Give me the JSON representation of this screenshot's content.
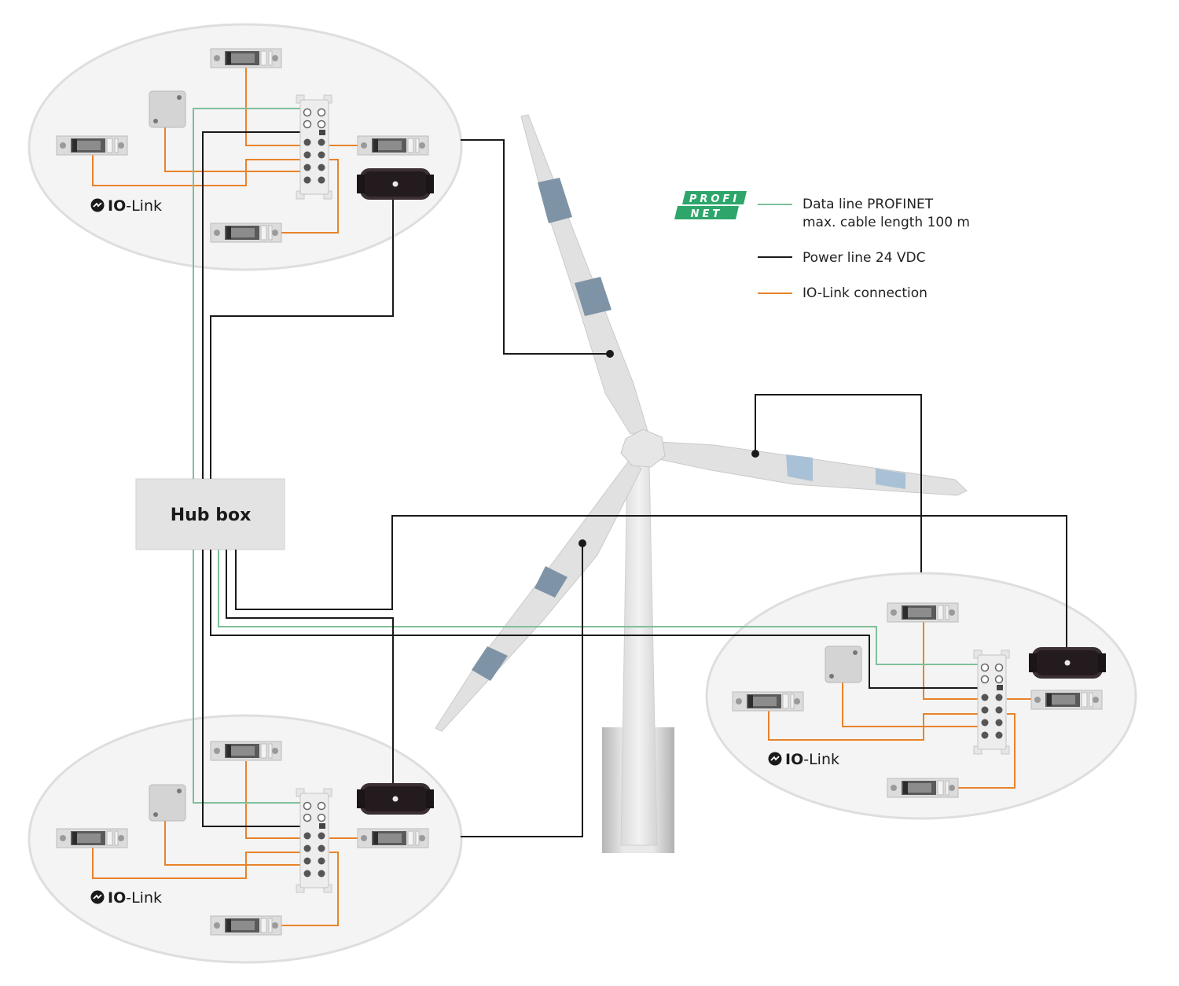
{
  "colors": {
    "data_line": "#7fbf9a",
    "power_line": "#1a1a1a",
    "iolink_line": "#e8832a",
    "cluster_fill": "#f4f4f4",
    "cluster_stroke": "#dedede",
    "hub_fill": "#e3e3e3",
    "blade_band": "#7e93a6",
    "blade_band_light": "#a9c1d6",
    "profinet_green": "#2ea66b"
  },
  "hub": {
    "label": "Hub box"
  },
  "clusters": [
    {
      "name": "top-left",
      "iolink_label": "IO-Link"
    },
    {
      "name": "bottom-left",
      "iolink_label": "IO-Link"
    },
    {
      "name": "right",
      "iolink_label": "IO-Link"
    }
  ],
  "iolink_brand": {
    "prefix": "IO",
    "suffix": "-Link"
  },
  "legend": {
    "logo": {
      "line1": "PROFI",
      "line2": "NET"
    },
    "items": [
      {
        "kind": "data",
        "line1": "Data line PROFINET",
        "line2": "max. cable length 100 m"
      },
      {
        "kind": "power",
        "line1": "Power line 24 VDC"
      },
      {
        "kind": "iolink",
        "line1": "IO-Link connection"
      }
    ]
  }
}
